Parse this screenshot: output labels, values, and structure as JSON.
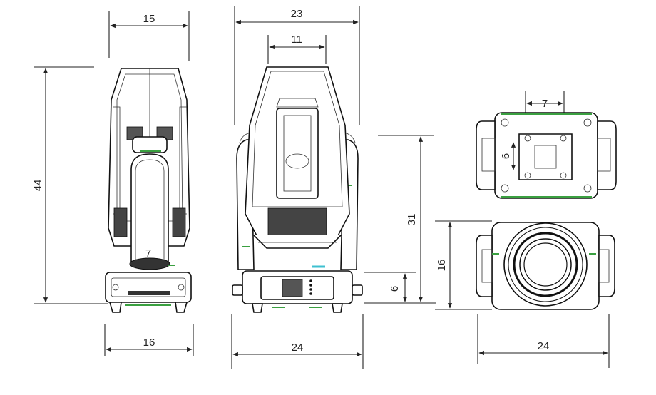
{
  "dimensions": {
    "side_view": {
      "top_width": "15",
      "height": "44",
      "bottom_width": "16",
      "arm_label": "7"
    },
    "front_view": {
      "overall_width": "23",
      "head_width": "11",
      "base_width": "24",
      "base_height": "6",
      "total_height": "31"
    },
    "top_view": {
      "bracket_width": "7",
      "bracket_height": "6"
    },
    "bottom_view": {
      "depth": "16",
      "width": "24"
    }
  },
  "colors": {
    "line": "#222222",
    "accent_green": "#3aa040",
    "accent_cyan": "#3fc0d0"
  }
}
